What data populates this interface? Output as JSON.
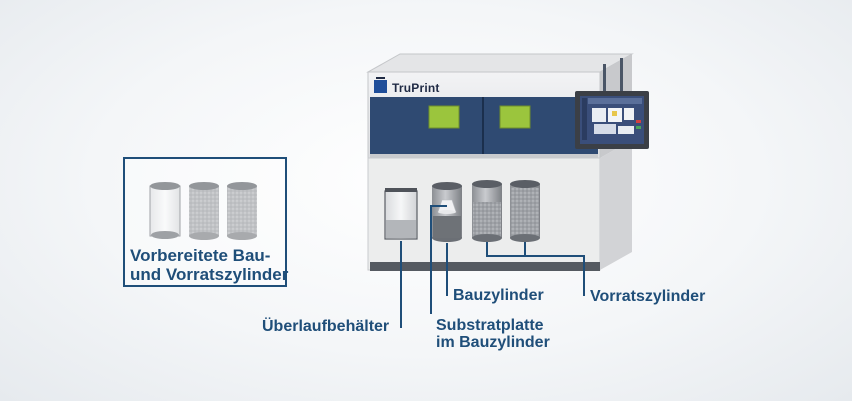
{
  "machine": {
    "brand": "TruPrint"
  },
  "inset": {
    "title_line1": "Vorbereitete Bau-",
    "title_line2": "und Vorratszylinder"
  },
  "labels": {
    "bauzylinder": "Bauzylinder",
    "vorratszylinder": "Vorratszylinder",
    "ueberlaufbehaelter": "Überlaufbehälter",
    "substratplatte_line1": "Substratplatte",
    "substratplatte_line2": "im Bauzylinder"
  },
  "colors": {
    "label_blue": "#1f4e79",
    "chamber_blue": "#2f4a72",
    "window_green": "#9bc53d",
    "machine_grey": "#dcdde0"
  }
}
